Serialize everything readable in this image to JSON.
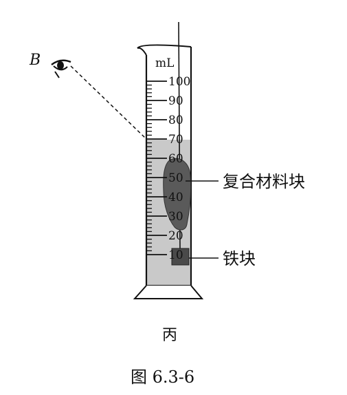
{
  "figure": {
    "unit_label": "mL",
    "scale_labels": [
      "100",
      "90",
      "80",
      "70",
      "60",
      "50",
      "40",
      "30",
      "20",
      "10"
    ],
    "eye_label": "B",
    "label_composite": "复合材料块",
    "label_iron": "铁块",
    "panel_label": "丙",
    "caption": "图 6.3-6"
  },
  "colors": {
    "ink": "#111111",
    "water": "#c9c9c9",
    "composite": "#5a5a5a",
    "iron": "#4a4a4a"
  }
}
